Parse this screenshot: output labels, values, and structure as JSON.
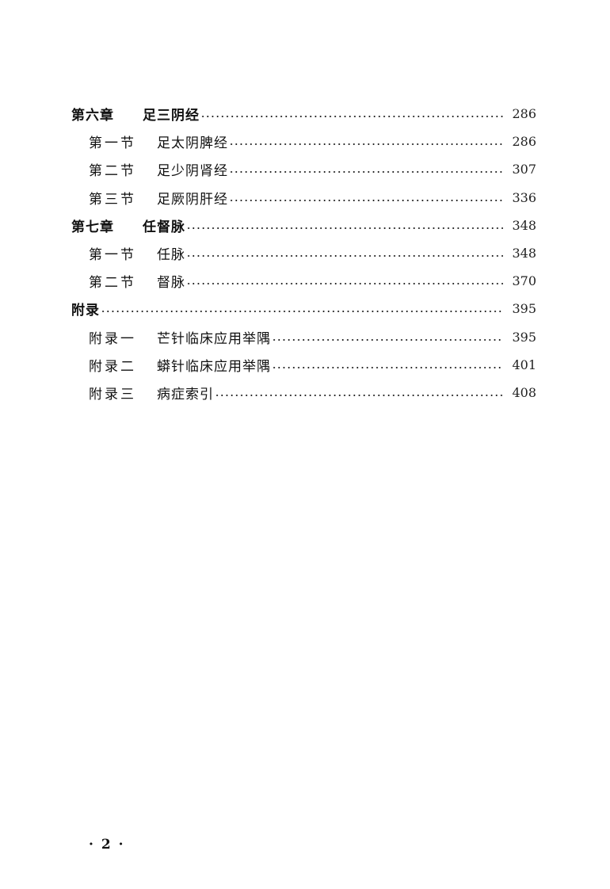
{
  "toc": [
    {
      "type": "chap",
      "label": "第六章",
      "title": "足三阴经",
      "page": "286"
    },
    {
      "type": "sec",
      "label": "第一节",
      "title": "足太阴脾经",
      "page": "286"
    },
    {
      "type": "sec",
      "label": "第二节",
      "title": "足少阴肾经",
      "page": "307"
    },
    {
      "type": "sec",
      "label": "第三节",
      "title": "足厥阴肝经",
      "page": "336"
    },
    {
      "type": "chap",
      "label": "第七章",
      "title": "任督脉",
      "page": "348"
    },
    {
      "type": "sec",
      "label": "第一节",
      "title": "任脉",
      "page": "348"
    },
    {
      "type": "sec",
      "label": "第二节",
      "title": "督脉",
      "page": "370"
    },
    {
      "type": "chap",
      "label": "附录",
      "title": "",
      "page": "395"
    },
    {
      "type": "sec",
      "label": "附录一",
      "title": "芒针临床应用举隅",
      "page": "395"
    },
    {
      "type": "sec",
      "label": "附录二",
      "title": "蟒针临床应用举隅",
      "page": "401"
    },
    {
      "type": "sec",
      "label": "附录三",
      "title": "病症索引",
      "page": "408"
    }
  ],
  "folio": "· 2 ·"
}
